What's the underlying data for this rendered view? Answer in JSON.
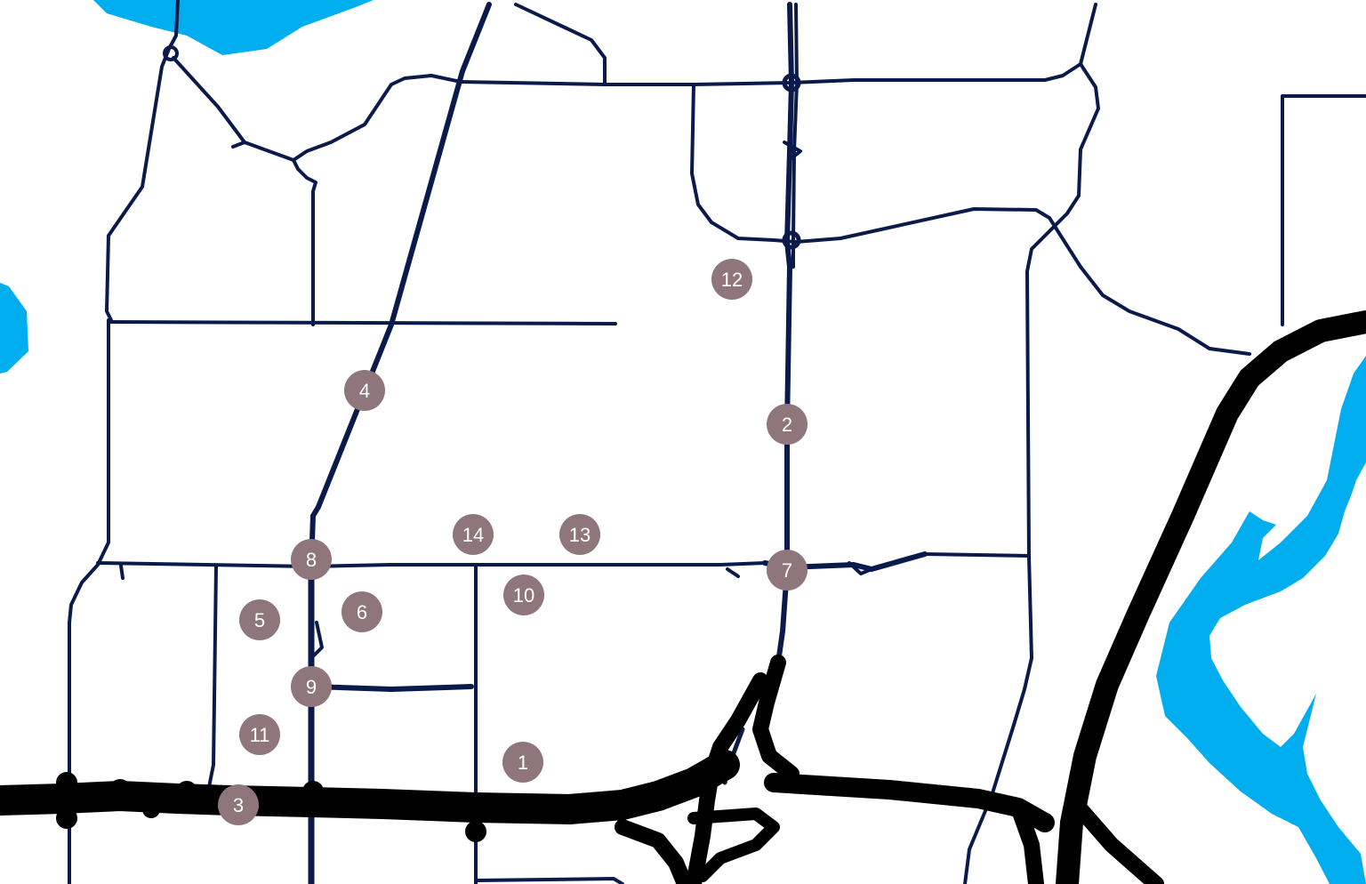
{
  "colors": {
    "water": "#00AEEF",
    "road": "#0A1A4A",
    "highway": "#000000",
    "marker_fill": "#8E767C",
    "marker_text": "#FFFFFF",
    "background": "#FFFFFF"
  },
  "markers": [
    {
      "id": "1",
      "label": "1"
    },
    {
      "id": "2",
      "label": "2"
    },
    {
      "id": "3",
      "label": "3"
    },
    {
      "id": "4",
      "label": "4"
    },
    {
      "id": "5",
      "label": "5"
    },
    {
      "id": "6",
      "label": "6"
    },
    {
      "id": "7",
      "label": "7"
    },
    {
      "id": "8",
      "label": "8"
    },
    {
      "id": "9",
      "label": "9"
    },
    {
      "id": "10",
      "label": "10"
    },
    {
      "id": "11",
      "label": "11"
    },
    {
      "id": "12",
      "label": "12"
    },
    {
      "id": "13",
      "label": "13"
    },
    {
      "id": "14",
      "label": "14"
    }
  ]
}
